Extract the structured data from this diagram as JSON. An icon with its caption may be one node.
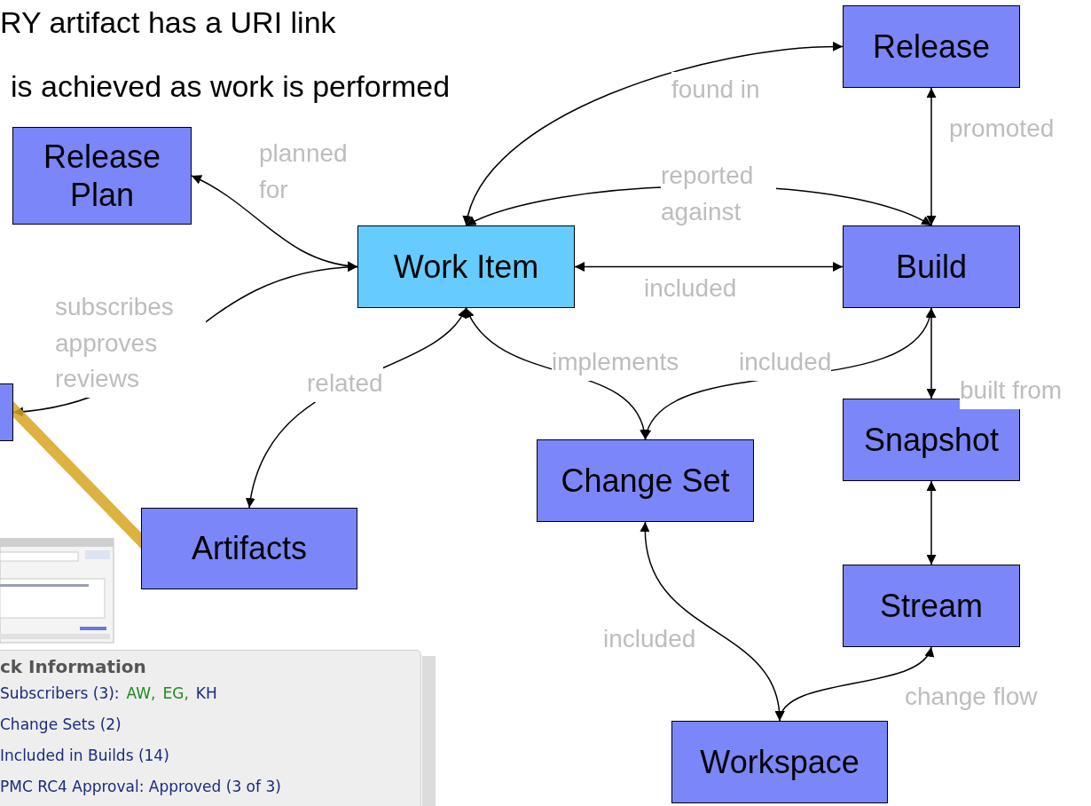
{
  "diagram": {
    "nodes": [
      {
        "text": [
          "Release Plan"
        ]
      },
      {
        "text": [
          "Work Item"
        ]
      },
      {
        "text": [
          "Release"
        ]
      },
      {
        "text": [
          "Build"
        ]
      },
      {
        "text": [],
        "shape": "box"
      },
      {
        "text": [],
        "shape": "wedge"
      },
      {
        "text": [
          "Artifacts"
        ]
      },
      {
        "text": [
          "Change Set"
        ]
      },
      {
        "text": [
          "Snapshot"
        ]
      },
      {
        "text": [
          "Stream"
        ]
      },
      {
        "text": [
          "Workspace"
        ]
      }
    ],
    "edges": [
      {
        "from": 1,
        "to": 0,
        "arrow": "both",
        "label": "planned for"
      },
      {
        "from": 1,
        "to": 4,
        "arrow": "both",
        "label": "subscribes approves reviews"
      },
      {
        "from": 1,
        "to": 6,
        "arrow": "both",
        "label": "related"
      },
      {
        "from": 1,
        "to": 2,
        "arrow": "both",
        "label": "found in"
      },
      {
        "from": 3,
        "to": 1,
        "arrow": "both",
        "label": "reported against"
      },
      {
        "from": 1,
        "to": 3,
        "arrow": "both",
        "label": "included"
      },
      {
        "from": 1,
        "to": 7,
        "arrow": "both",
        "label": "implements"
      },
      {
        "from": 3,
        "to": 7,
        "arrow": "both",
        "label": "included"
      },
      {
        "from": 2,
        "to": 3,
        "arrow": "both",
        "label": "promoted"
      },
      {
        "from": 3,
        "to": 8,
        "arrow": "both",
        "label": "built from"
      },
      {
        "from": 8,
        "to": 9,
        "arrow": "both"
      },
      {
        "from": 7,
        "to": 10,
        "arrow": "both",
        "label": "included"
      },
      {
        "from": 10,
        "to": 9,
        "arrow": "both",
        "label": "change flow"
      }
    ],
    "labels": [
      "RY artifact has a URI link",
      "is achieved as work is performed",
      "ck Information",
      "Subscribers (3):",
      "AW,",
      "EG,",
      "KH",
      "Change Sets (2)",
      "Included in Builds (14)",
      "PMC RC4 Approval:  Approved (3 of 3)"
    ]
  }
}
